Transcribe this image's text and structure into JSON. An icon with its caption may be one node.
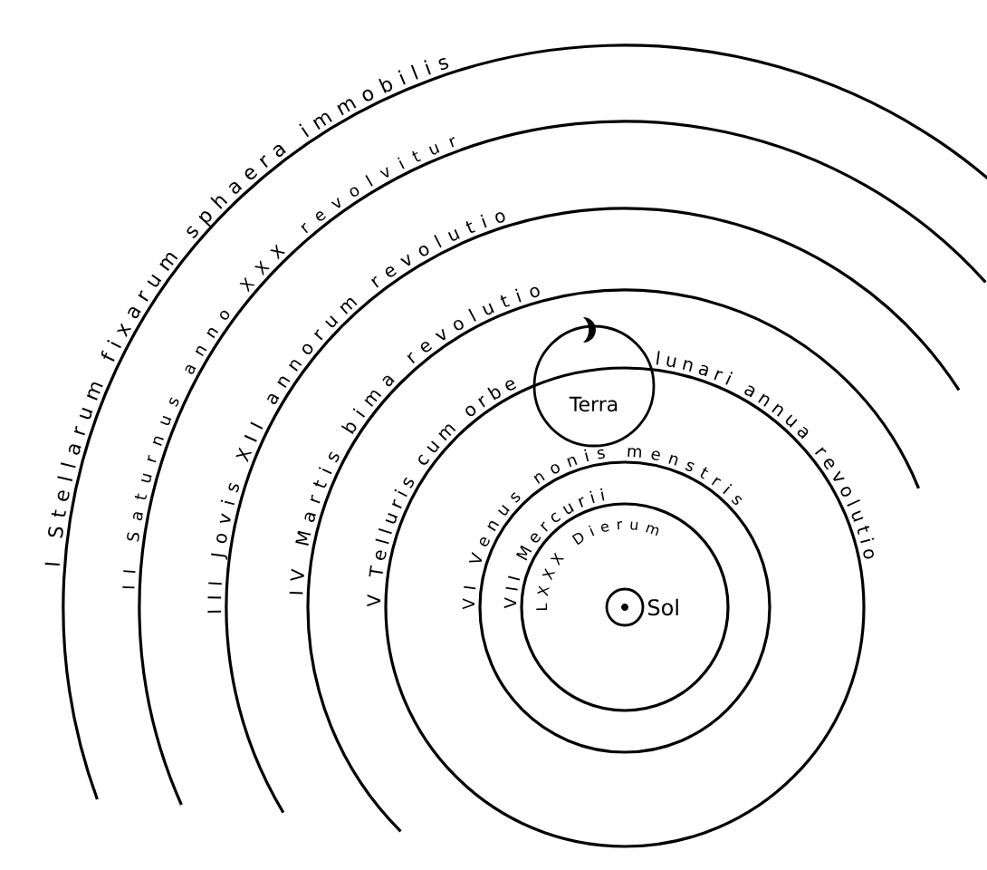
{
  "diagram": {
    "nodes": [
      {
        "text": [
          "Terra"
        ]
      },
      {
        "text": [
          "Sol"
        ]
      }
    ],
    "labels": [
      "I Stellarum fixarum sphaera immobilis",
      "II Saturnus anno XXX revolvitur",
      "III Jovis XII annorum revolutio",
      "IV Martis bima revolutio",
      "V Telluris cum orbe",
      "lunari annua revolutio",
      "VI Venus nonis menstris",
      "VII Mercurii",
      "LXXX Dierum"
    ]
  }
}
